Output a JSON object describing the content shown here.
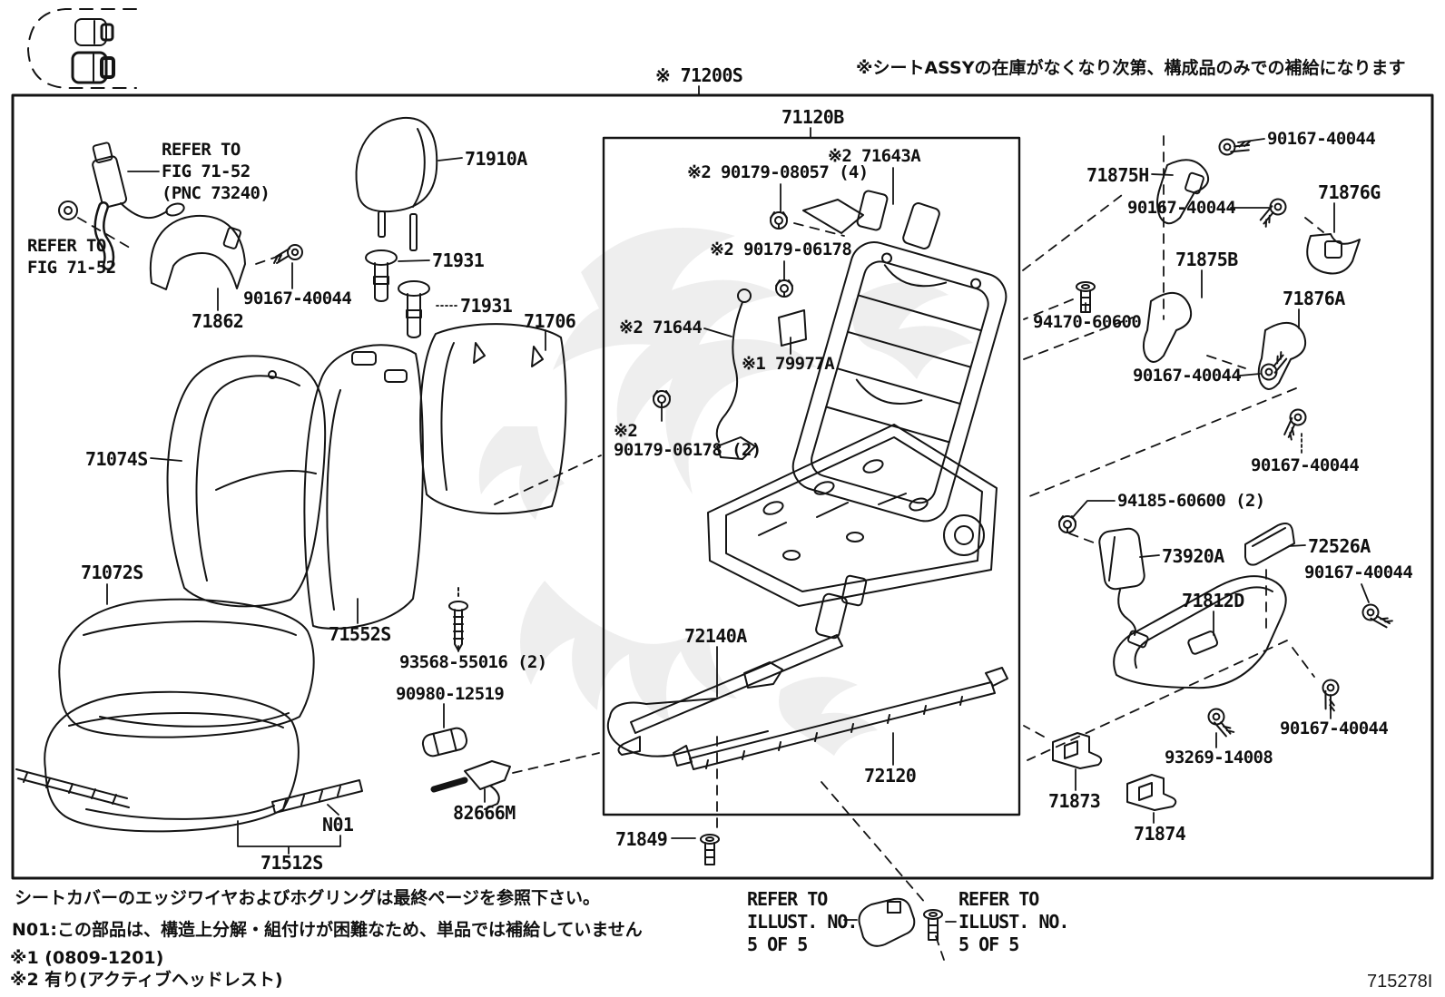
{
  "header": {
    "assembly_code": "※ 71200S",
    "availability_note": "※シートASSYの在庫がなくなり次第、構成品のみでの補給になります",
    "subassembly_code": "71120B"
  },
  "refer_fig": {
    "line1": "REFER TO",
    "line2": "FIG 71-52",
    "line3": "(PNC 73240)"
  },
  "refer_illust": {
    "line1": "REFER TO",
    "line2": "ILLUST. NO.",
    "line3": "5 OF 5"
  },
  "labels": {
    "a71910A": "71910A",
    "a71931": "71931",
    "a71706": "71706",
    "a71862": "71862",
    "n90167": "90167-40044",
    "a71074S": "71074S",
    "a71072S": "71072S",
    "a71552S": "71552S",
    "n93568": "93568-55016 (2)",
    "n90980": "90980-12519",
    "a82666M": "82666M",
    "N01": "N01",
    "a71512S": "71512S",
    "x2_90179_08057": "※2 90179-08057 (4)",
    "x2_71643A": "※2 71643A",
    "x2_90179_06178": "※2 90179-06178",
    "x2_71644": "※2 71644",
    "x1_79977A": "※1 79977A",
    "x2": "※2",
    "n90179_06178_2": "90179-06178 (2)",
    "a72140A": "72140A",
    "a72120": "72120",
    "a71849": "71849",
    "a71875H": "71875H",
    "a71876G": "71876G",
    "a71875B": "71875B",
    "a71876A": "71876A",
    "n94170": "94170-60600",
    "n94185": "94185-60600 (2)",
    "a73920A": "73920A",
    "a72526A": "72526A",
    "a71812D": "71812D",
    "n93269": "93269-14008",
    "a71873": "71873",
    "a71874": "71874"
  },
  "notes": {
    "note1": "シートカバーのエッジワイヤおよびホグリングは最終ページを参照下さい。",
    "note2": "N01:この部品は、構造上分解・組付けが困難なため、単品では補給していません",
    "note3": "※1 (0809-1201)",
    "note4": "※2 有り(アクティブヘッドレスト)"
  },
  "footer": {
    "drawing_id": "715278I"
  }
}
